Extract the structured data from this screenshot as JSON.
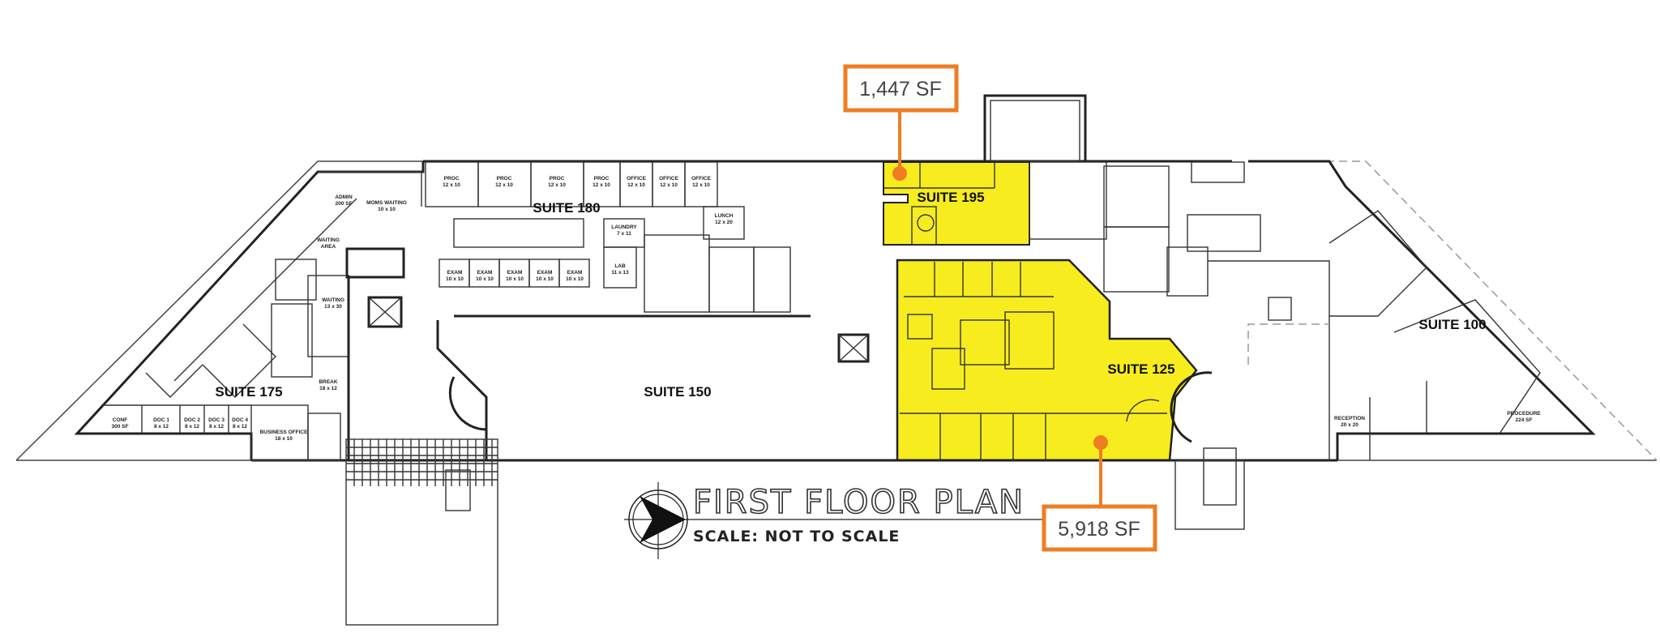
{
  "plan": {
    "title": "FIRST FLOOR PLAN",
    "scale": "SCALE:  NOT TO SCALE",
    "highlight_color": "#f7ec1e",
    "callout_color": "#ef7d22"
  },
  "callouts": [
    {
      "suite": "SUITE 195",
      "area": "1,447 SF"
    },
    {
      "suite": "SUITE 125",
      "area": "5,918 SF"
    }
  ],
  "suites": [
    {
      "label": "SUITE 180"
    },
    {
      "label": "SUITE 195"
    },
    {
      "label": "SUITE 150"
    },
    {
      "label": "SUITE 125"
    },
    {
      "label": "SUITE 100"
    },
    {
      "label": "SUITE 175"
    }
  ],
  "rooms": [
    {
      "name": "PROC",
      "dims": "12 x 10"
    },
    {
      "name": "PROC",
      "dims": "12 x 10"
    },
    {
      "name": "PROC",
      "dims": "12 x 10"
    },
    {
      "name": "PROC",
      "dims": "12 x 10"
    },
    {
      "name": "OFFICE",
      "dims": "12 x 10"
    },
    {
      "name": "OFFICE",
      "dims": "12 x 10"
    },
    {
      "name": "OFFICE",
      "dims": "12 x 10"
    },
    {
      "name": "LUNCH",
      "dims": "12 x 20"
    },
    {
      "name": "MOMS WAITING",
      "dims": "10 x 10"
    },
    {
      "name": "ADMIN",
      "dims": "200 SF"
    },
    {
      "name": "EXAM",
      "dims": "10 x 10"
    },
    {
      "name": "EXAM",
      "dims": "10 x 10"
    },
    {
      "name": "EXAM",
      "dims": "10 x 10"
    },
    {
      "name": "EXAM",
      "dims": "10 x 10"
    },
    {
      "name": "EXAM",
      "dims": "10 x 10"
    },
    {
      "name": "WAITING",
      "dims": "AREA"
    },
    {
      "name": "WAITING",
      "dims": "13 x 30"
    },
    {
      "name": "CONF",
      "dims": "300 SF"
    },
    {
      "name": "DOC 1",
      "dims": "8 x 12"
    },
    {
      "name": "DOC 2",
      "dims": "8 x 12"
    },
    {
      "name": "DOC 3",
      "dims": "8 x 12"
    },
    {
      "name": "DOC 4",
      "dims": "8 x 12"
    },
    {
      "name": "BUSINESS OFFICE",
      "dims": "18 x 10"
    },
    {
      "name": "BREAK",
      "dims": "18 x 12"
    },
    {
      "name": "LAUNDRY",
      "dims": "7 x 11"
    },
    {
      "name": "LAB",
      "dims": "11 x 13"
    },
    {
      "name": "RECEPTION",
      "dims": "20 x 20"
    },
    {
      "name": "PROCEDURE",
      "dims": "224 SF"
    }
  ]
}
